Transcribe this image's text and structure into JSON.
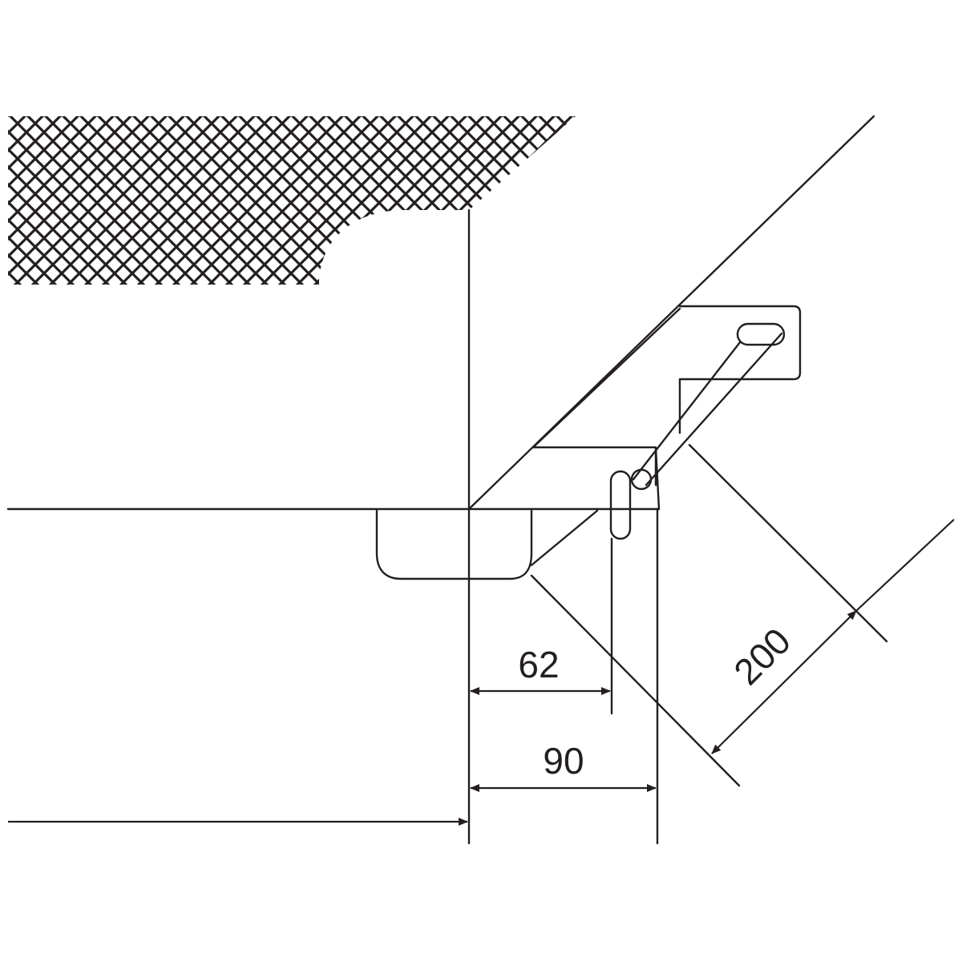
{
  "colors": {
    "line": "#231f20",
    "background": "#ffffff"
  },
  "dimensions": {
    "d62": "62",
    "d90": "90",
    "d200": "200"
  }
}
